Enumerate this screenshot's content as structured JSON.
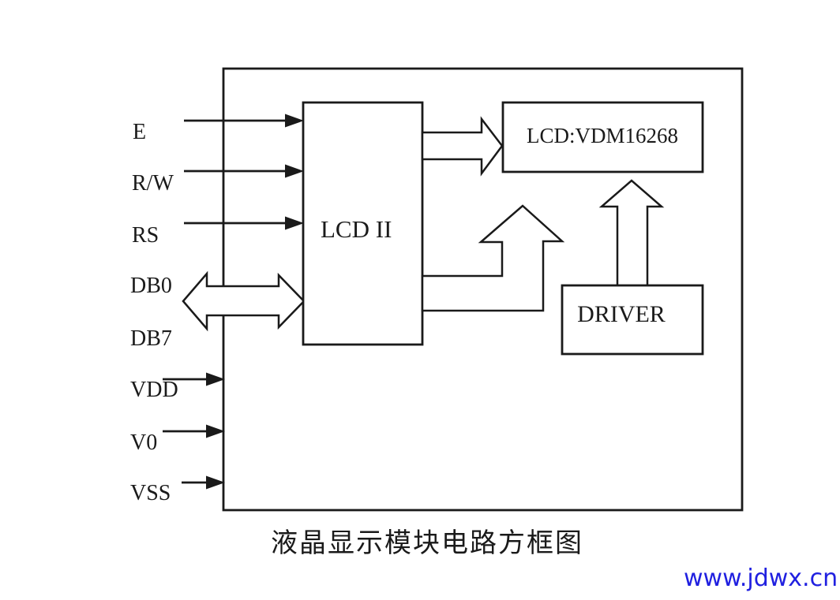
{
  "page": {
    "background_color": "#ffffff",
    "line_color": "#1a1a1a"
  },
  "diagram": {
    "inputs": [
      {
        "id": "e",
        "label": "E"
      },
      {
        "id": "rw",
        "label": "R/W"
      },
      {
        "id": "rs",
        "label": "RS"
      },
      {
        "id": "db0",
        "label": "DB0"
      },
      {
        "id": "db7",
        "label": "DB7"
      },
      {
        "id": "vdd",
        "label": "VDD"
      },
      {
        "id": "v0",
        "label": "V0"
      },
      {
        "id": "vss",
        "label": "VSS"
      }
    ],
    "blocks": {
      "controller": {
        "label": "LCD II"
      },
      "lcd": {
        "label": "LCD:VDM16268"
      },
      "driver": {
        "label": "DRIVER"
      }
    }
  },
  "caption": {
    "text": "液晶显示模块电路方框图"
  },
  "watermark": {
    "text": "www.jdwx.cn",
    "color": "#2020e0"
  }
}
